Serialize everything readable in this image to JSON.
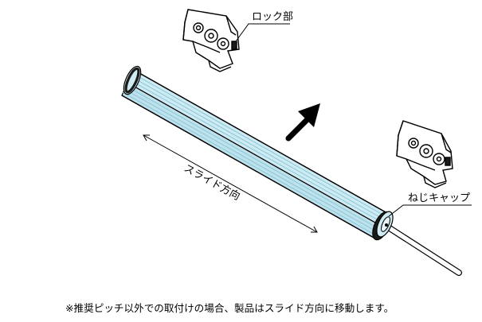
{
  "labels": {
    "lock_part": "ロック部",
    "screw_cap": "ねじキャップ",
    "slide_direction": "スライド方向"
  },
  "footnote": "※推奨ピッチ以外での取付けの場合、製品はスライド方向に移動します。",
  "colors": {
    "tube_fill": "#cfeaf2",
    "tube_stripe": "#7fc6d6",
    "end_cap": "#1a1a1a",
    "line": "#000000"
  }
}
